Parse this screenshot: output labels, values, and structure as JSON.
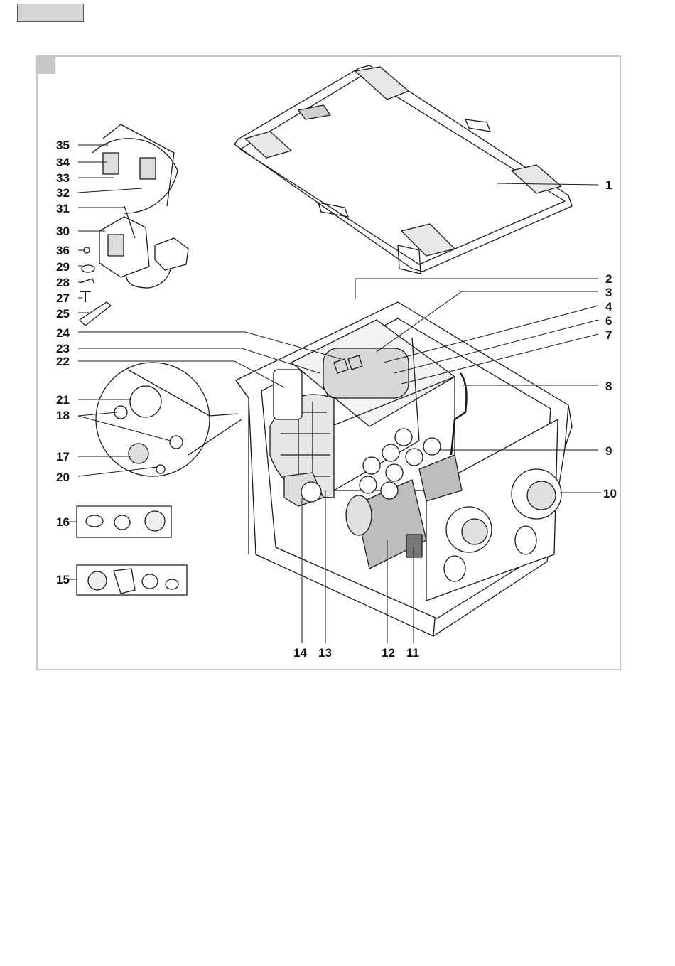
{
  "callouts": {
    "c1": "1",
    "c2": "2",
    "c3": "3",
    "c4": "4",
    "c6": "6",
    "c7": "7",
    "c8": "8",
    "c9": "9",
    "c10": "10",
    "c11": "11",
    "c12": "12",
    "c13": "13",
    "c14": "14",
    "c15": "15",
    "c16": "16",
    "c17": "17",
    "c18": "18",
    "c20": "20",
    "c21": "21",
    "c22": "22",
    "c23": "23",
    "c24": "24",
    "c25": "25",
    "c27": "27",
    "c28": "28",
    "c29": "29",
    "c30": "30",
    "c31": "31",
    "c32": "32",
    "c33": "33",
    "c34": "34",
    "c35": "35",
    "c36": "36"
  }
}
